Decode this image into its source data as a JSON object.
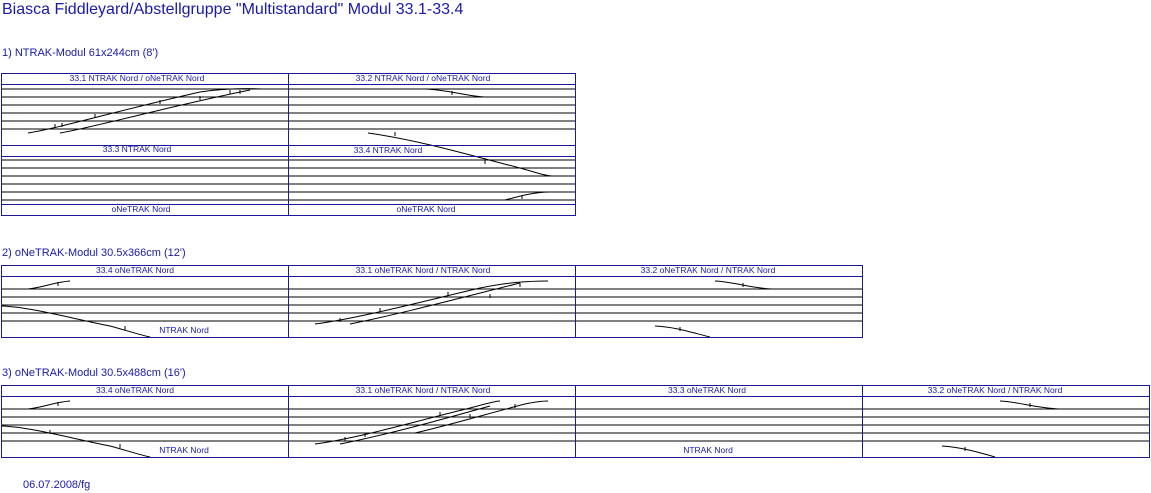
{
  "title": "Biasca Fiddleyard/Abstellgruppe \"Multistandard\" Modul 33.1-33.4",
  "sections": [
    {
      "label": "1) NTRAK-Modul 61x244cm (8')",
      "panels": [
        {
          "top": "33.1 NTRAK Nord / oNeTRAK Nord"
        },
        {
          "top": "33.2 NTRAK Nord / oNeTRAK Nord"
        },
        {
          "top": "33.3 NTRAK Nord",
          "bottom": "oNeTRAK Nord"
        },
        {
          "top": "33.4 NTRAK Nord",
          "bottom": "oNeTRAK Nord"
        }
      ]
    },
    {
      "label": "2) oNeTRAK-Modul 30.5x366cm (12')",
      "panels": [
        {
          "top": "33.4 oNeTRAK Nord",
          "bottom": "NTRAK Nord"
        },
        {
          "top": "33.1 oNeTRAK Nord / NTRAK Nord"
        },
        {
          "top": "33.2 oNeTRAK Nord / NTRAK Nord"
        }
      ]
    },
    {
      "label": "3) oNeTRAK-Modul 30.5x488cm (16')",
      "panels": [
        {
          "top": "33.4 oNeTRAK Nord",
          "bottom": "NTRAK Nord"
        },
        {
          "top": "33.1 oNeTRAK Nord / NTRAK Nord"
        },
        {
          "top": "33.3 oNeTRAK Nord",
          "bottom": "NTRAK Nord"
        },
        {
          "top": "33.2 oNeTRAK Nord / NTRAK Nord"
        }
      ]
    }
  ],
  "footer": "06.07.2008/fg"
}
